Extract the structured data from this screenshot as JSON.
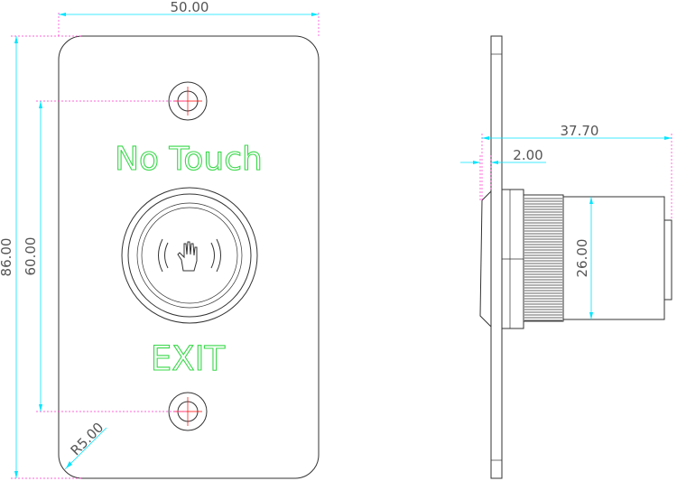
{
  "front_view": {
    "label_top": "No Touch",
    "label_bottom": "EXIT",
    "dim_width": "50.00",
    "dim_height": "86.00",
    "dim_hole_pitch": "60.00",
    "dim_radius": "R5.00"
  },
  "side_view": {
    "dim_length": "37.70",
    "dim_plate": "2.00",
    "dim_diameter": "26.00"
  },
  "colors": {
    "outline": "#333333",
    "dimension": "#00e5ff",
    "extension": "#ff33cc",
    "centerline": "#ff0000",
    "label_text": "#39d84a"
  }
}
